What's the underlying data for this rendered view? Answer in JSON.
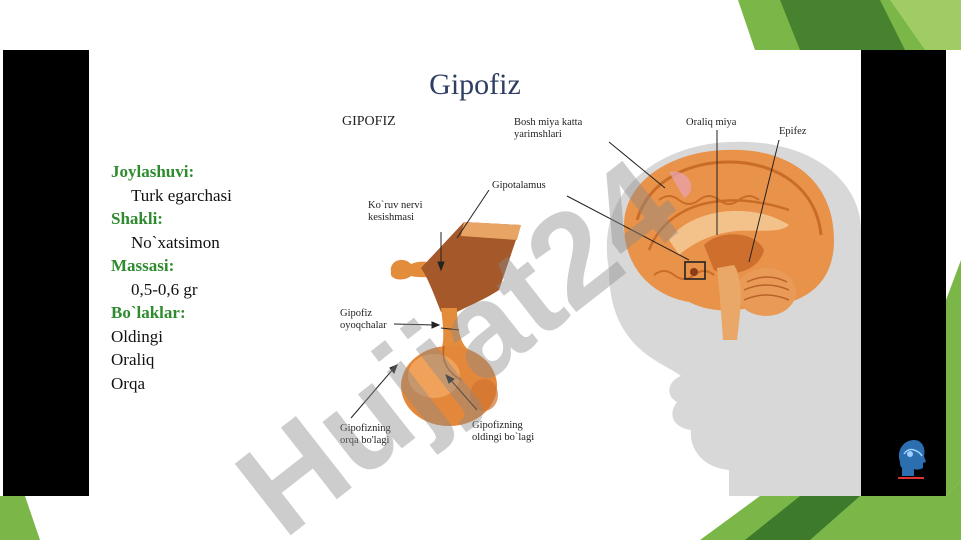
{
  "slide": {
    "title": "Gipofiz",
    "subtitle": "GIPOFIZ",
    "info": {
      "location_heading": "Joylashuvi:",
      "location_value": "Turk egarchasi",
      "shape_heading": "Shakli:",
      "shape_value": "No`xatsimon",
      "mass_heading": "Massasi:",
      "mass_value": "0,5-0,6 gr",
      "parts_heading": "Bo`laklar:",
      "parts": [
        "Oldingi",
        "Oraliq",
        "Orqa"
      ]
    },
    "labels": {
      "optic_chiasm": "Ko`ruv nervi\nkesishmasi",
      "hypothalamus": "Gipotalamus",
      "cerebral_hemispheres": "Bosh miya katta\nyarimshlari",
      "diencephalon": "Oraliq miya",
      "epiphysis": "Epifez",
      "pituitary_stalk": "Gipofiz\noyoqchalar",
      "posterior_lobe": "Gipofizning\norqa bo'lagi",
      "anterior_lobe": "Gipofizning\noldingi bo`lagi"
    },
    "watermark": "Hujjat24"
  },
  "colors": {
    "heading_green": "#2e8b2e",
    "title_blue": "#2f3f63",
    "frame_green": "#7ab648",
    "dark_green": "#3e7a2c",
    "watermark_gray": "#8a8a8a",
    "watermark_violet": "#9b7bdc",
    "gland_orange": "#e3883a"
  },
  "icons": {
    "logo": "brain-head-logo"
  }
}
